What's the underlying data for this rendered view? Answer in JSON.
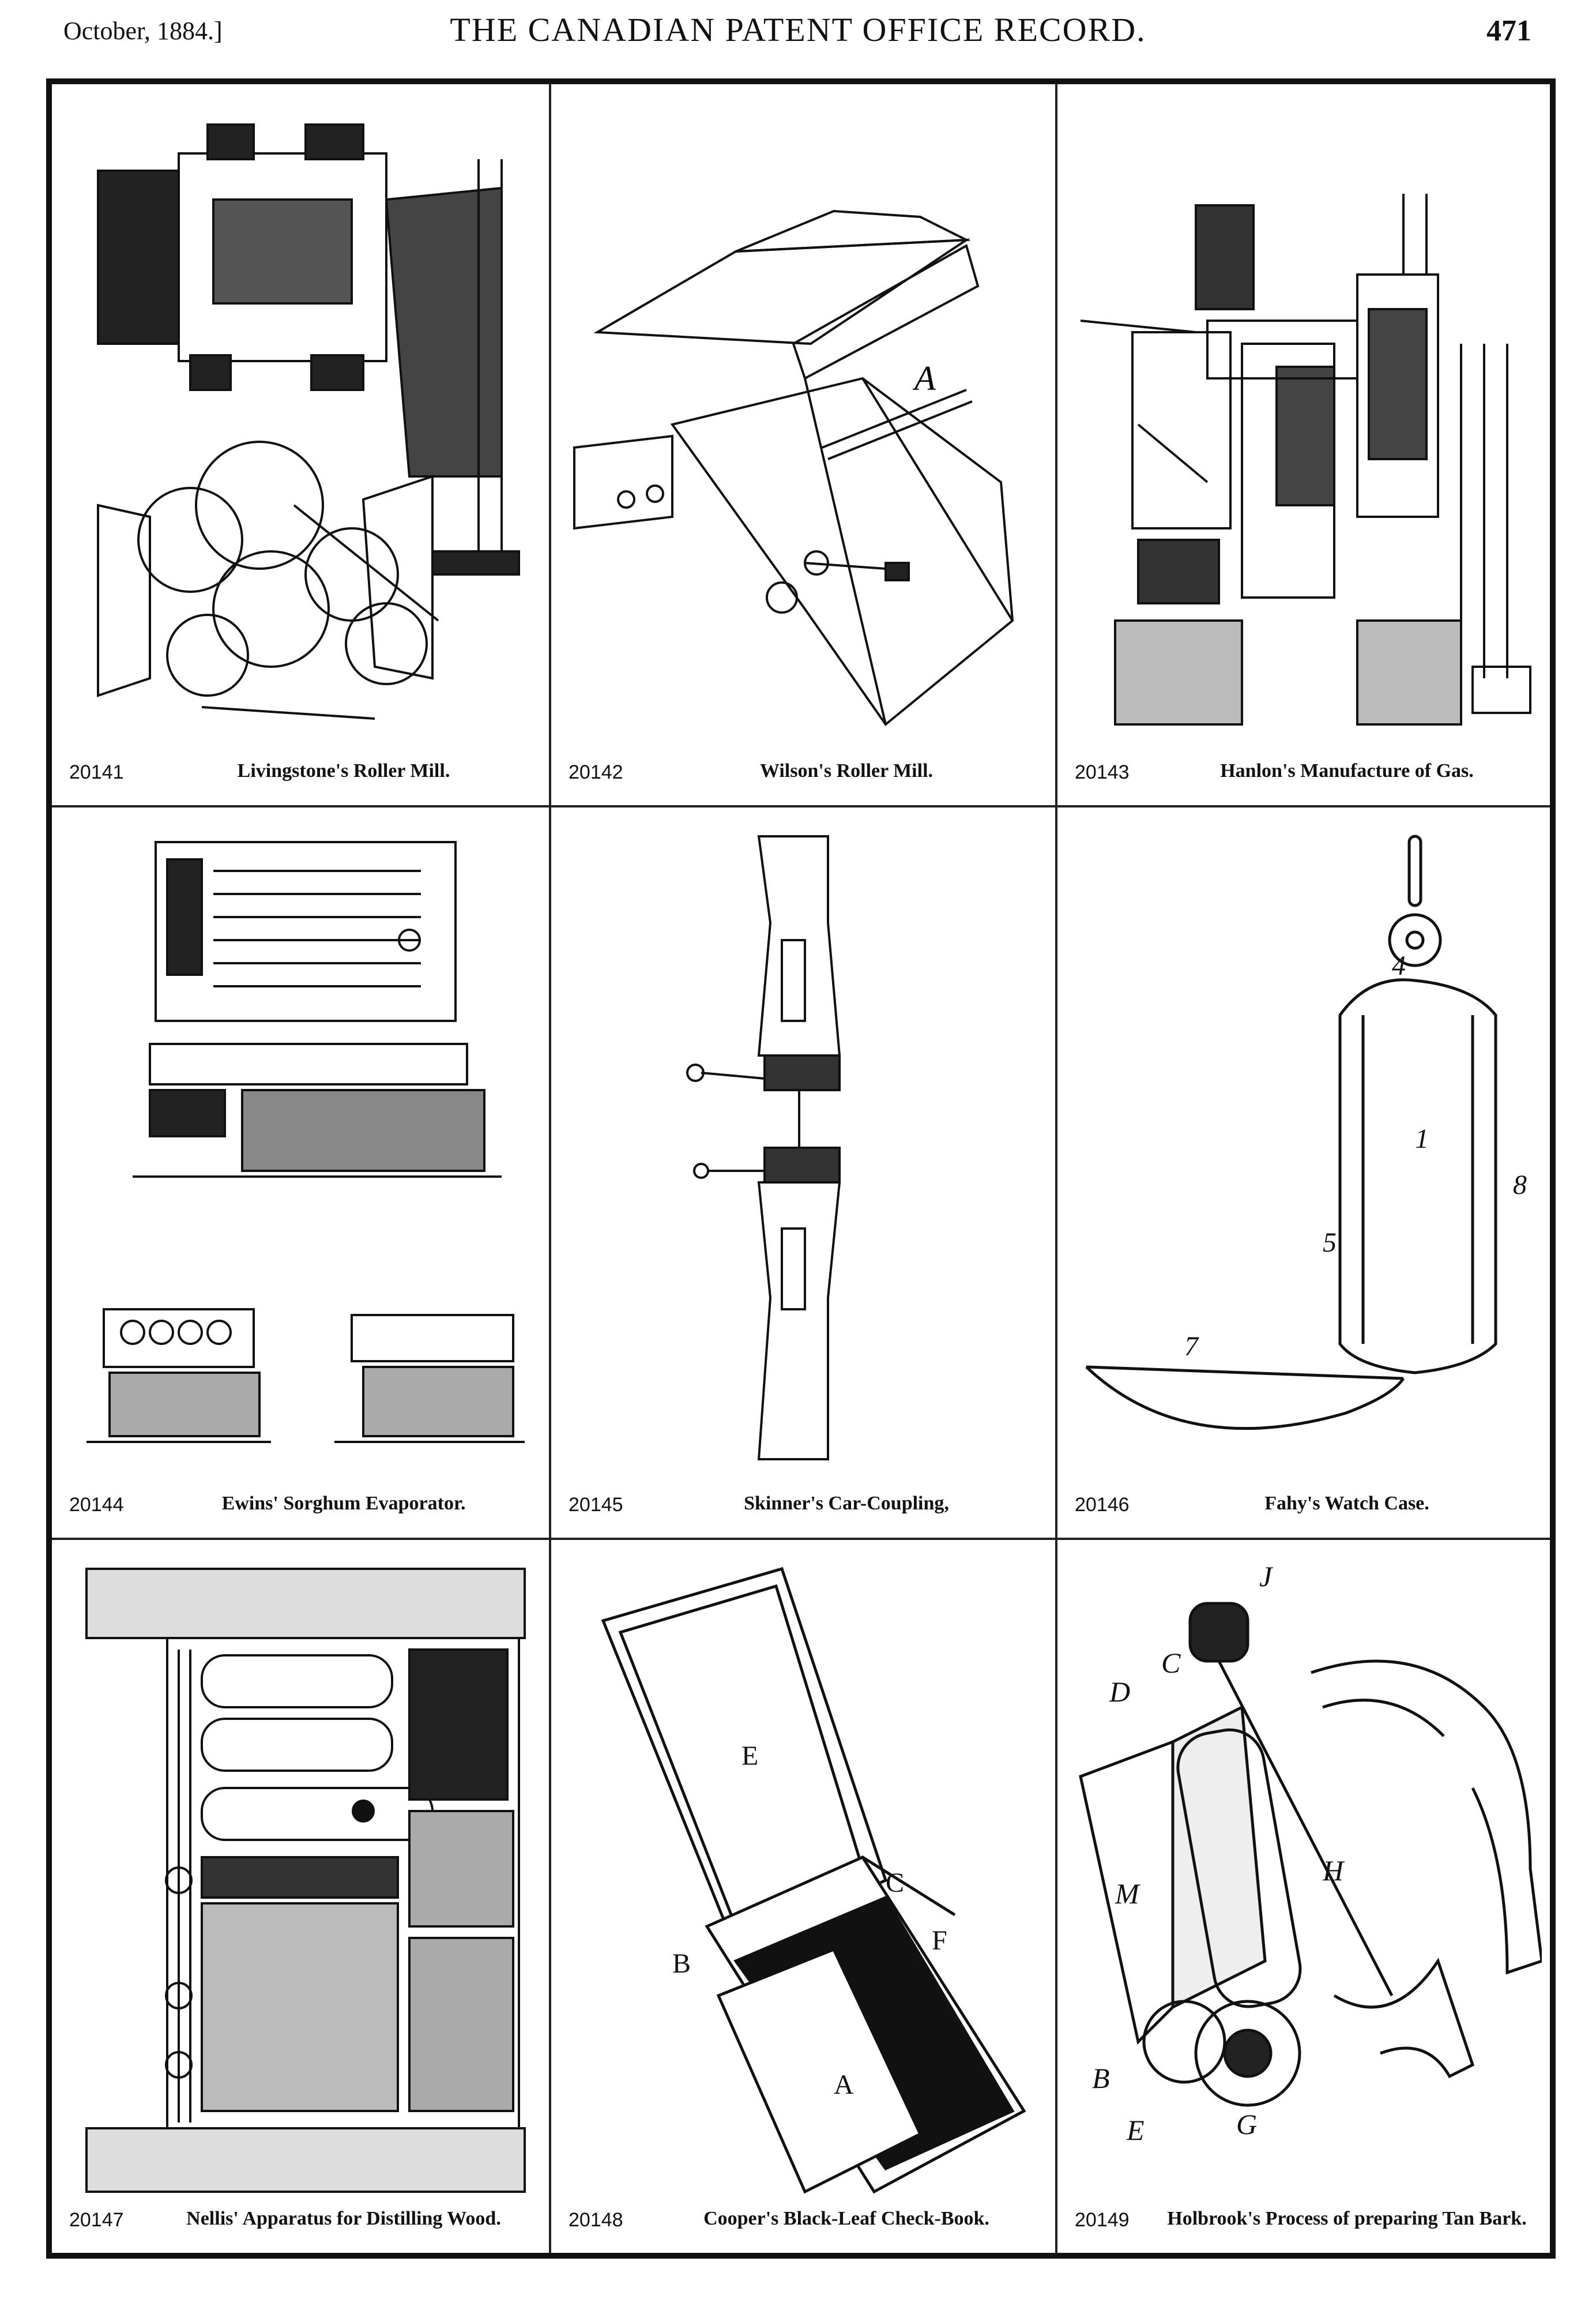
{
  "header": {
    "date": "October, 1884.]",
    "title": "THE CANADIAN PATENT OFFICE RECORD.",
    "page": "471"
  },
  "figures": [
    {
      "number": "20141",
      "title": "Livingstone's Roller Mill.",
      "drawing": "roller-mill-drawing"
    },
    {
      "number": "20142",
      "title": "Wilson's Roller Mill.",
      "drawing": "roller-mill-hopper-drawing"
    },
    {
      "number": "20143",
      "title": "Hanlon's Manufacture of Gas.",
      "drawing": "gas-apparatus-drawing"
    },
    {
      "number": "20144",
      "title": "Ewins' Sorghum Evaporator.",
      "drawing": "evaporator-drawing"
    },
    {
      "number": "20145",
      "title": "Skinner's Car-Coupling,",
      "drawing": "car-coupling-drawing"
    },
    {
      "number": "20146",
      "title": "Fahy's Watch Case.",
      "drawing": "watch-case-drawing"
    },
    {
      "number": "20147",
      "title": "Nellis' Apparatus for Distilling Wood.",
      "drawing": "distilling-apparatus-drawing"
    },
    {
      "number": "20148",
      "title": "Cooper's Black-Leaf Check-Book.",
      "drawing": "check-book-drawing"
    },
    {
      "number": "20149",
      "title": "Holbrook's Process of preparing Tan Bark.",
      "drawing": "tan-bark-machine-drawing"
    }
  ],
  "drawing_labels": {
    "wilson_a": "A",
    "cooper_e": "E",
    "cooper_a": "A",
    "cooper_b": "B",
    "cooper_c": "C",
    "cooper_f": "F",
    "holbrook_m": "M",
    "holbrook_d": "D",
    "holbrook_c": "C",
    "holbrook_j": "J",
    "holbrook_h": "H",
    "holbrook_b": "B",
    "holbrook_e": "E",
    "holbrook_g": "G",
    "fahy_4": "4",
    "fahy_5": "5",
    "fahy_8": "8",
    "fahy_1": "1",
    "fahy_7": "7"
  },
  "colors": {
    "ink": "#111111",
    "paper": "#ffffff"
  }
}
